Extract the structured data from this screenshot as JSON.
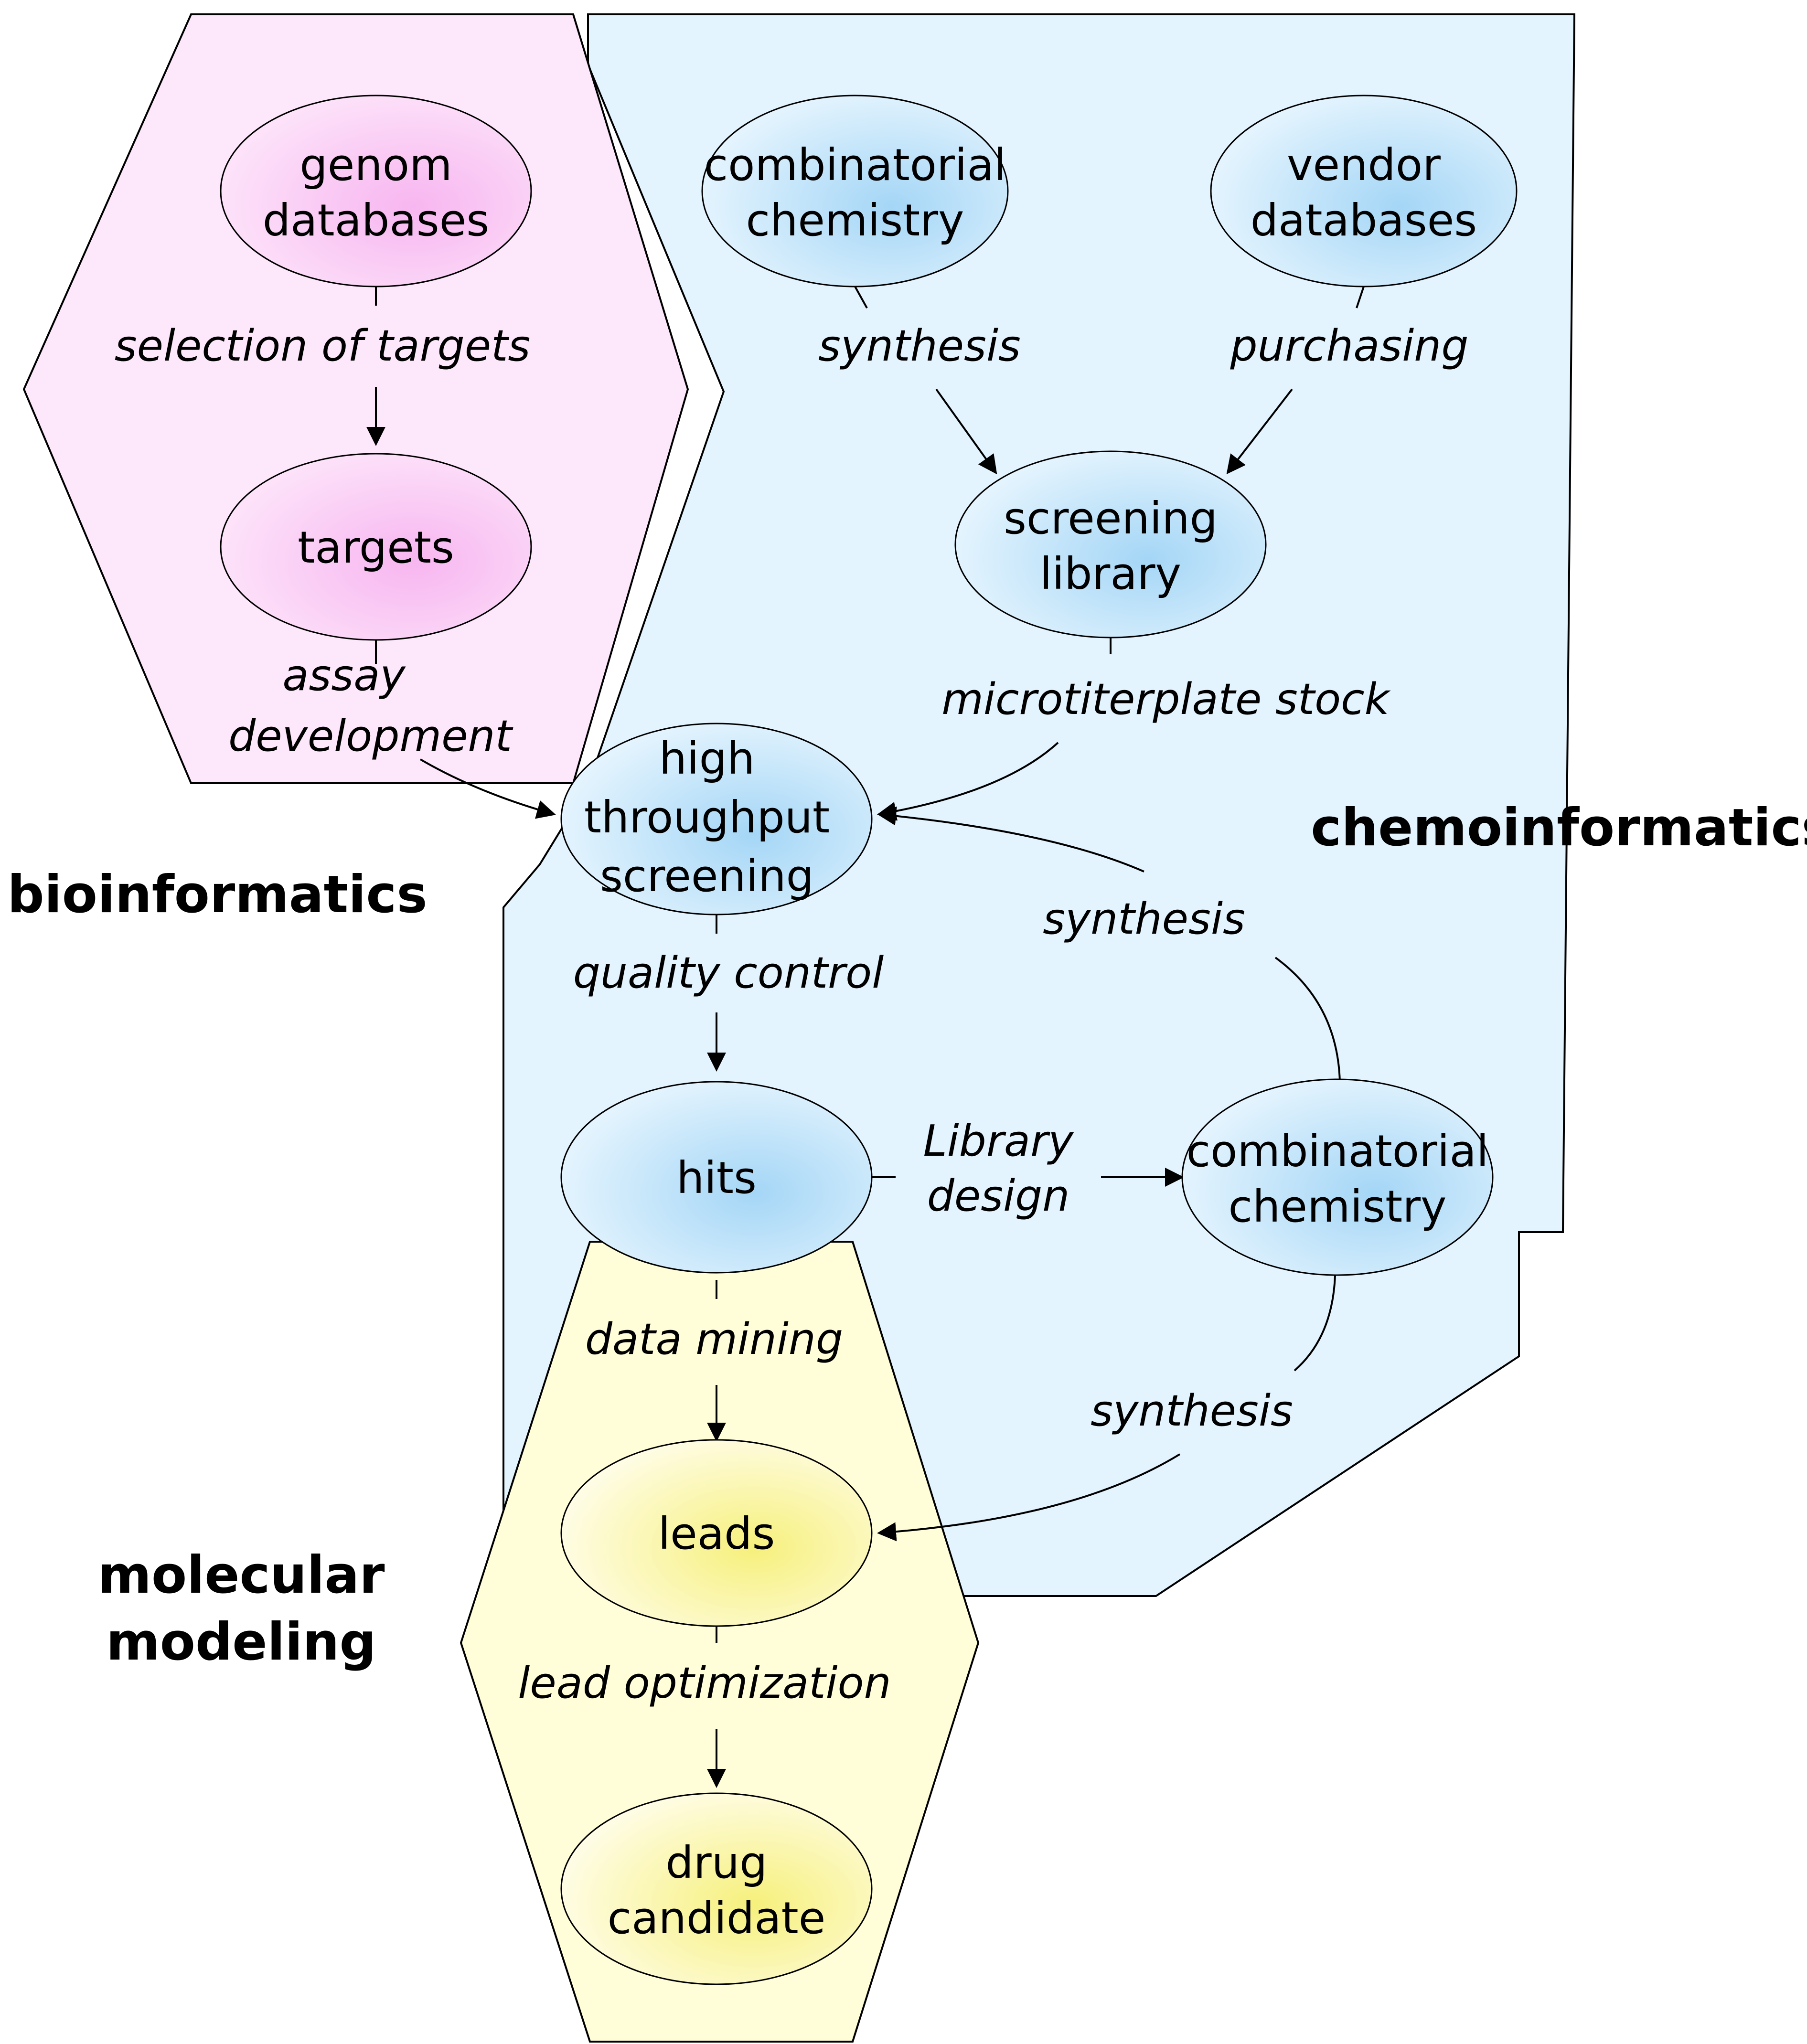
{
  "regions": {
    "bioinformatics": {
      "label": "bioinformatics",
      "fill": "#fde7fb"
    },
    "chemoinformatics": {
      "label": "chemoinformatics",
      "fill": "#e4f4fe"
    },
    "molecular_modeling": {
      "label_line1": "molecular",
      "label_line2": "modeling",
      "fill": "#fffed8"
    }
  },
  "colors": {
    "pink_node_light": "#fde4fa",
    "pink_node": "#f7b6f0",
    "blue_node_light": "#e6f5fe",
    "blue_node": "#a4d6f6",
    "yellow_node_light": "#fffde8",
    "yellow_node": "#f6f07c",
    "line": "#000000"
  },
  "nodes": {
    "genom_databases": {
      "line1": "genom",
      "line2": "databases"
    },
    "targets": {
      "line1": "targets"
    },
    "combinatorial_chemistry_top": {
      "line1": "combinatorial",
      "line2": "chemistry"
    },
    "vendor_databases": {
      "line1": "vendor",
      "line2": "databases"
    },
    "screening_library": {
      "line1": "screening",
      "line2": "library"
    },
    "high_throughput_screening": {
      "line1": "high",
      "line2": "throughput",
      "line3": "screening"
    },
    "hits": {
      "line1": "hits"
    },
    "combinatorial_chemistry_right": {
      "line1": "combinatorial",
      "line2": "chemistry"
    },
    "leads": {
      "line1": "leads"
    },
    "drug_candidate": {
      "line1": "drug",
      "line2": "candidate"
    }
  },
  "edges": {
    "selection_of_targets": "selection of targets",
    "assay_development_line1": "assay",
    "assay_development_line2": "development",
    "synthesis_top": "synthesis",
    "purchasing": "purchasing",
    "microtiterplate_stock": "microtiterplate stock",
    "synthesis_right": "synthesis",
    "quality_control": "quality control",
    "library_design_line1": "Library",
    "library_design_line2": "design",
    "data_mining": "data mining",
    "synthesis_bottom": "synthesis",
    "lead_optimization": "lead optimization"
  }
}
